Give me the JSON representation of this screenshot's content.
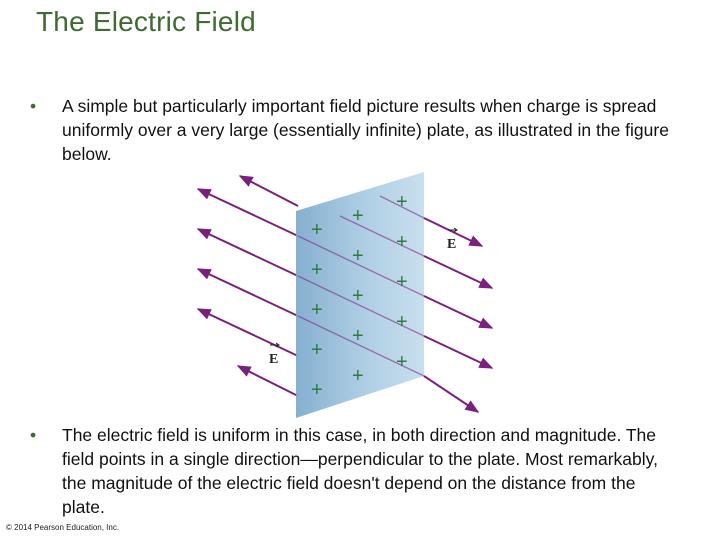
{
  "title": "The Electric Field",
  "bullets": [
    {
      "marker": "•",
      "text": "A simple but particularly important field picture results when charge is spread uniformly over a very large (essentially infinite) plate, as illustrated in the figure below."
    },
    {
      "marker": "•",
      "text": "The electric field is uniform in this case, in both direction and magnitude. The field points in a single direction—perpendicular to the plate. Most remarkably, the magnitude of the electric field doesn't depend on the distance from the plate."
    }
  ],
  "figure": {
    "field_label_left": "E",
    "field_label_right": "E",
    "charge_symbol": "+",
    "colors": {
      "plate_light": "#c4dcec",
      "plate_dark": "#7ba9cc",
      "field_line": "#7a1f7e",
      "charge": "#2e7d3c"
    }
  },
  "copyright": "© 2014 Pearson Education, Inc."
}
